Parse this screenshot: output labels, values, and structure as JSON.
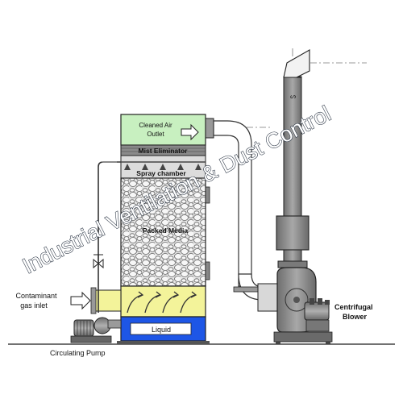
{
  "labels": {
    "cleaned_air_outlet_line1": "Cleaned Air",
    "cleaned_air_outlet_line2": "Outlet",
    "mist_eliminator": "Mist Eliminator",
    "spray_chamber": "Spray chamber",
    "packed_media": "Packed Media",
    "liquid": "Liquid",
    "contaminant_inlet_line1": "Contaminant",
    "contaminant_inlet_line2": "gas inlet",
    "circulating_pump": "Circulating Pump",
    "centrifugal_blower_line1": "Centrifugal",
    "centrifugal_blower_line2": "Blower"
  },
  "watermark": "Industrial Ventilation & Dust Control",
  "colors": {
    "outlet_box": "#c8f0c0",
    "liquid": "#1e56e6",
    "inlet_zone": "#f3f39a",
    "packing_bg": "#e4e4e4",
    "metal": "#8a8a8a",
    "metal_dark": "#5a5a5a",
    "outline": "#222222"
  }
}
